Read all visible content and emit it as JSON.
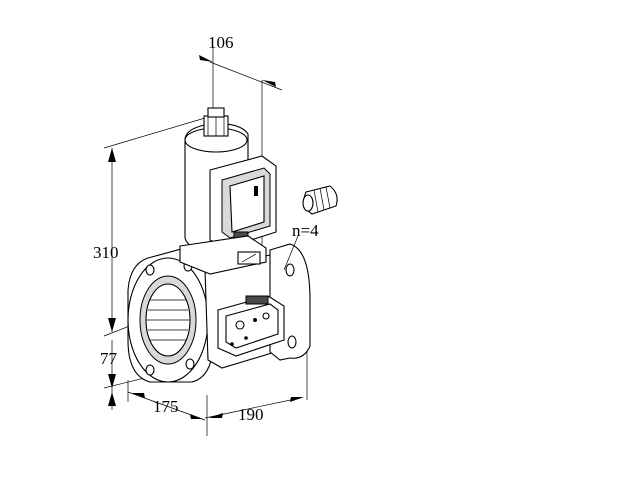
{
  "dimensions": {
    "top_width": "106",
    "height_total": "310",
    "height_lower": "77",
    "depth": "175",
    "length": "190",
    "bolt_count": "n=4"
  },
  "colors": {
    "line": "#000000",
    "background": "#ffffff",
    "shade": "#d9d9d9"
  }
}
